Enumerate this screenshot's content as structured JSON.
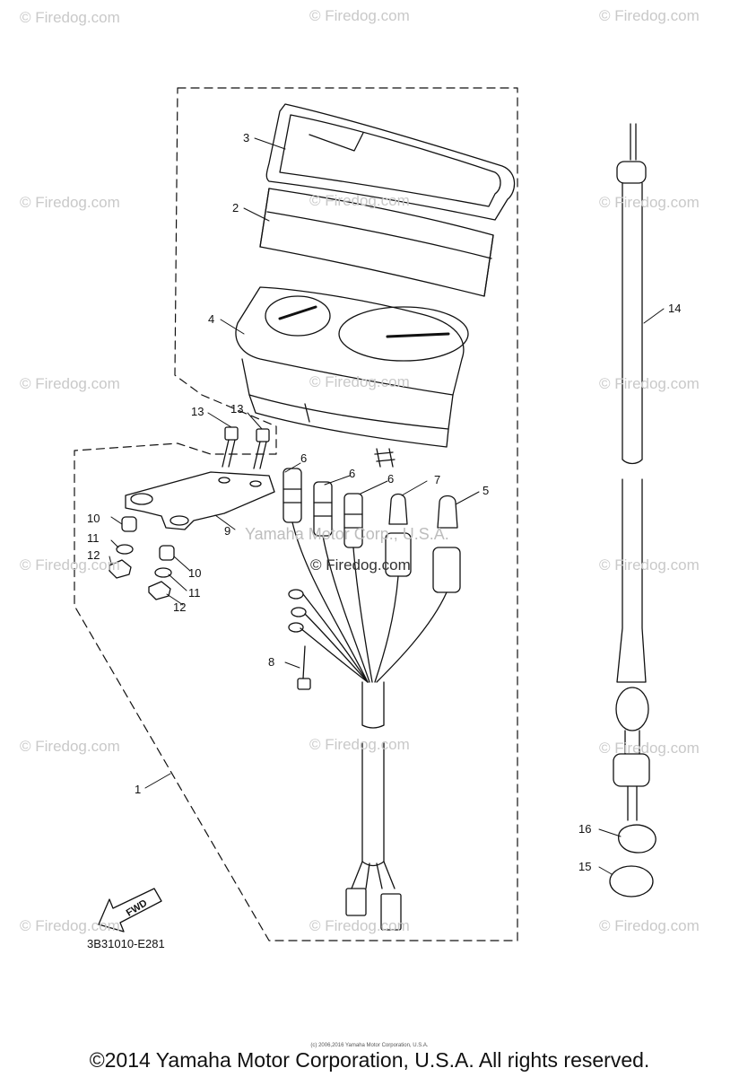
{
  "watermark": {
    "text": "© Firedog.com"
  },
  "center_watermarks": {
    "maker": "Yamaha Motor Corp., U.S.A.",
    "site": "© Firedog.com"
  },
  "callouts": [
    {
      "id": "c1",
      "text": "1"
    },
    {
      "id": "c2",
      "text": "2"
    },
    {
      "id": "c3",
      "text": "3"
    },
    {
      "id": "c4",
      "text": "4"
    },
    {
      "id": "c5",
      "text": "5"
    },
    {
      "id": "c6a",
      "text": "6"
    },
    {
      "id": "c6b",
      "text": "6"
    },
    {
      "id": "c6c",
      "text": "6"
    },
    {
      "id": "c7",
      "text": "7"
    },
    {
      "id": "c8",
      "text": "8"
    },
    {
      "id": "c9",
      "text": "9"
    },
    {
      "id": "c10a",
      "text": "10"
    },
    {
      "id": "c10b",
      "text": "10"
    },
    {
      "id": "c11a",
      "text": "11"
    },
    {
      "id": "c11b",
      "text": "11"
    },
    {
      "id": "c12a",
      "text": "12"
    },
    {
      "id": "c12b",
      "text": "12"
    },
    {
      "id": "c13a",
      "text": "13"
    },
    {
      "id": "c13b",
      "text": "13"
    },
    {
      "id": "c14",
      "text": "14"
    },
    {
      "id": "c15",
      "text": "15"
    },
    {
      "id": "c16",
      "text": "16"
    }
  ],
  "direction_arrow": {
    "label": "FWD"
  },
  "diagram_code": "3B31010-E281",
  "fine_print": "(c) 2006,2016 Yamaha Motor Corporation, U.S.A.",
  "footer": {
    "copyright": "©2014 Yamaha Motor Corporation, U.S.A. All rights reserved."
  }
}
